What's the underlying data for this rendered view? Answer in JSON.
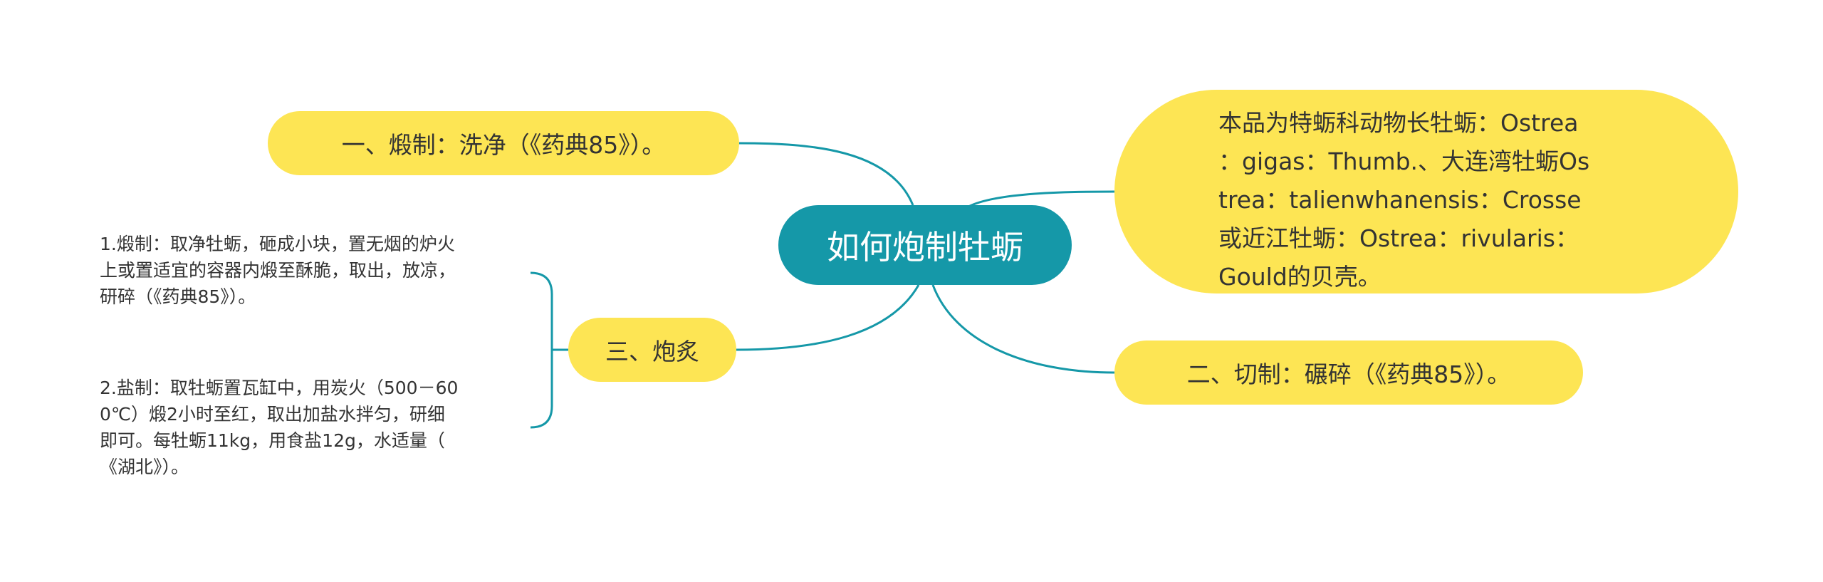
{
  "map": {
    "center": "如何炮制牡蛎",
    "branches": {
      "description_lines": [
        "本品为特蛎科动物长牡蛎：Ostrea",
        "：gigas：Thumb.、大连湾牡蛎Os",
        "trea：talienwhanensis：Crosse",
        "或近江牡蛎：Ostrea：rivularis：",
        "Gould的贝壳。"
      ],
      "step1": "一、煅制：洗净（《药典85》）。",
      "step2": "二、切制：碾碎（《药典85》）。",
      "step3": "三、炮炙"
    },
    "step3_children": [
      {
        "lines": [
          "1.煅制：取净牡蛎，砸成小块，置无烟的炉火",
          "上或置适宜的容器内煅至酥脆，取出，放凉，",
          "研碎（《药典85》）。"
        ]
      },
      {
        "lines": [
          "2.盐制：取牡蛎置瓦缸中，用炭火（500－60",
          "0℃）煅2小时至红，取出加盐水拌匀，研细",
          "即可。每牡蛎11kg，用食盐12g，水适量（",
          "《湖北》）。"
        ]
      }
    ]
  },
  "colors": {
    "center_fill": "#1598a8",
    "branch_fill": "#fde554",
    "connector": "#1598a8",
    "text": "#333333"
  }
}
